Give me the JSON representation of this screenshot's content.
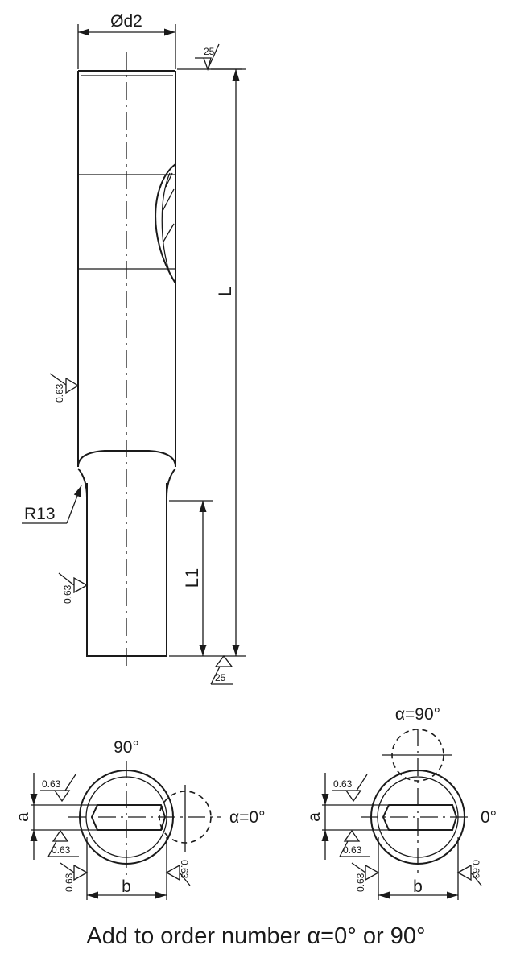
{
  "dimensions": {
    "diameter": "Ød2",
    "length_total": "L",
    "length_shank": "L1",
    "radius": "R13"
  },
  "roughness": {
    "top": "25",
    "bottom": "25",
    "body": "0.63",
    "shank": "0.63",
    "section_top": "0.63",
    "section_bottom": "0.63",
    "section_left": "0.63",
    "section_right": "0.63"
  },
  "left_section": {
    "angle_top": "90°",
    "angle_right": "α=0°",
    "dim_a": "a",
    "dim_b": "b"
  },
  "right_section": {
    "angle_top": "α=90°",
    "angle_right": "0°",
    "dim_a": "a",
    "dim_b": "b"
  },
  "caption": "Add to order number α=0° or 90°"
}
